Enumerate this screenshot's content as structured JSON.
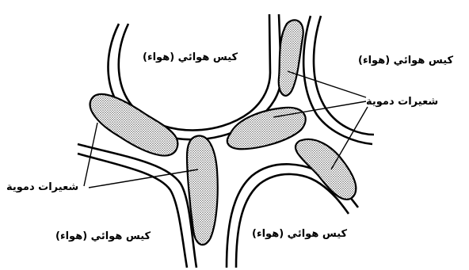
{
  "labels": {
    "sac_top": "كيس هوائي (هواء)",
    "sac_right": "كيس هوائي (هواء)",
    "capillaries_right": "شعيرات دموية",
    "capillaries_left": "شعيرات دموية",
    "sac_bottom_left": "كيس هوائي (هواء)",
    "sac_bottom_right": "كيس هوائي (هواء)"
  },
  "colors": {
    "ink": "#000000",
    "stipple_fill": "#9e9e9e",
    "background": "#ffffff"
  }
}
